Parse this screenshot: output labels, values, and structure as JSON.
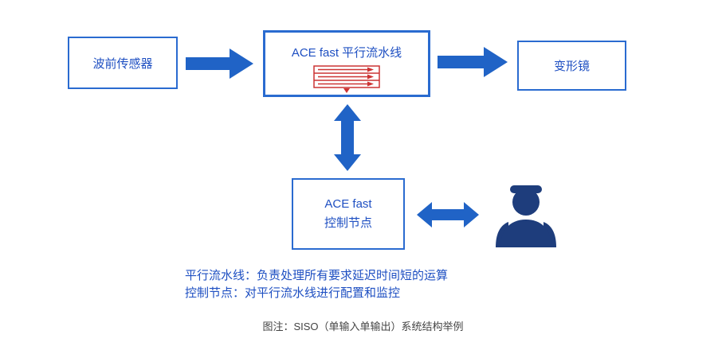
{
  "diagram": {
    "boxes": {
      "sensor": {
        "label": "波前传感器"
      },
      "pipeline": {
        "label": "ACE fast 平行流水线"
      },
      "mirror": {
        "label": "变形镜"
      },
      "control": {
        "label_line1": "ACE fast",
        "label_line2": "控制节点"
      }
    },
    "icons": {
      "pipeline_icon": "pipeline-rows-icon",
      "person_icon": "operator-person-icon",
      "arrow_right_1": "block-arrow-right",
      "arrow_right_2": "block-arrow-right",
      "arrow_vertical": "block-arrow-double-vertical",
      "arrow_horizontal": "block-arrow-double-horizontal"
    },
    "notes": {
      "line1": "平行流水线：负责处理所有要求延迟时间短的运算",
      "line2": "控制节点：对平行流水线进行配置和监控"
    },
    "caption": "图注：SISO（单输入单输出）系统结构举例",
    "colors": {
      "box_border": "#2a6bd0",
      "box_text": "#1e4fc2",
      "arrow": "#2063c6",
      "pipeline_red": "#cc3333",
      "person": "#1e3d7c",
      "caption_text": "#444444"
    }
  }
}
